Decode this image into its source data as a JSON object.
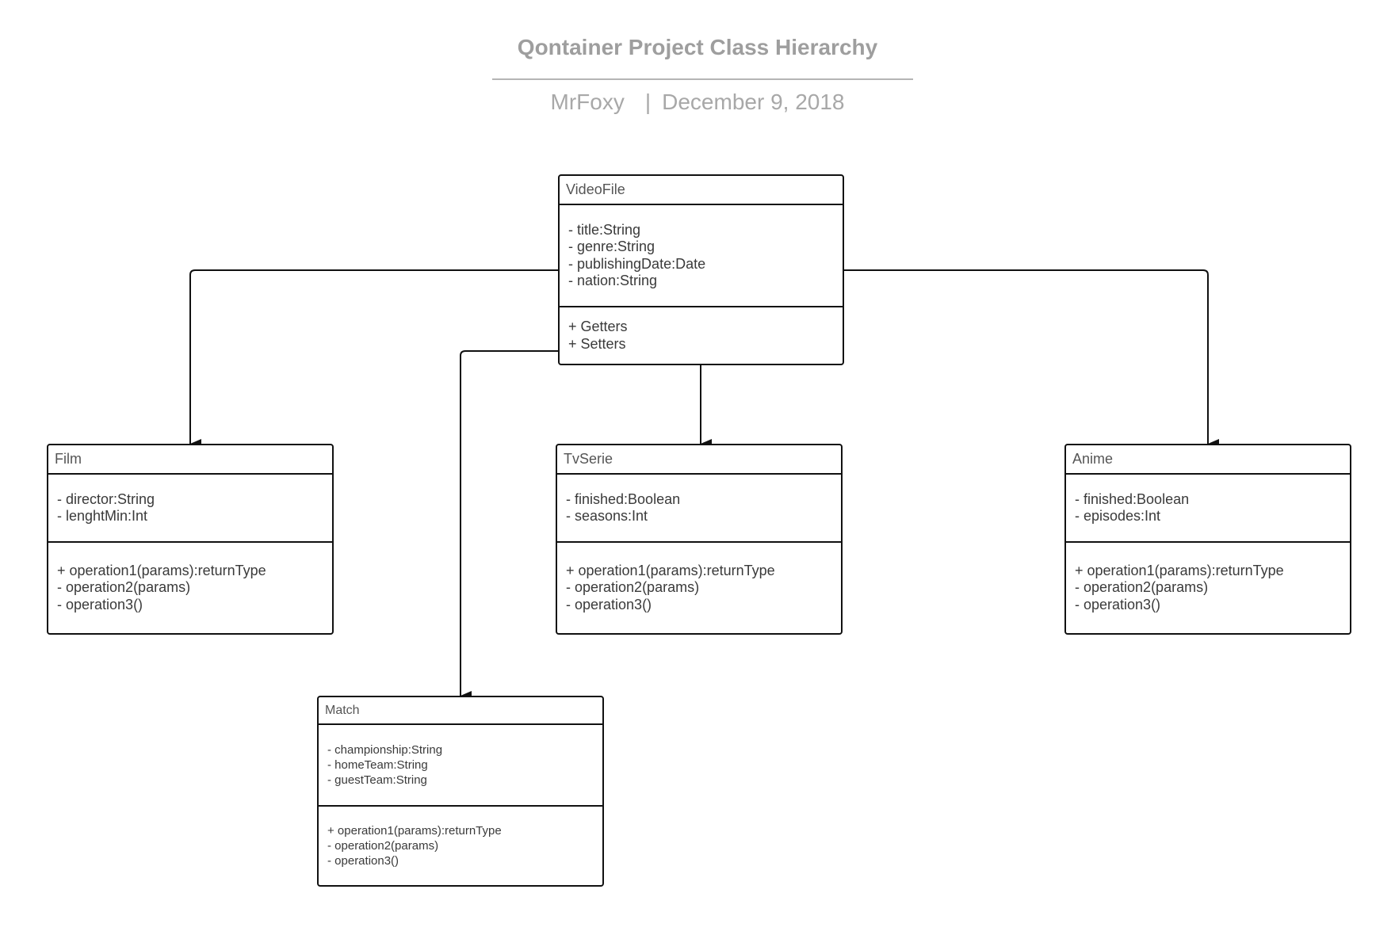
{
  "header": {
    "title": "Qontainer Project Class Hierarchy",
    "author": "MrFoxy",
    "separator": "|",
    "date": "December 9, 2018"
  },
  "classes": {
    "videofile": {
      "name": "VideoFile",
      "attributes": [
        "- title:String",
        "- genre:String",
        "- publishingDate:Date",
        "- nation:String"
      ],
      "operations": [
        "+ Getters",
        "+ Setters"
      ]
    },
    "film": {
      "name": "Film",
      "attributes": [
        "- director:String",
        "- lenghtMin:Int"
      ],
      "operations": [
        "+ operation1(params):returnType",
        "- operation2(params)",
        "- operation3()"
      ]
    },
    "tvserie": {
      "name": "TvSerie",
      "attributes": [
        "- finished:Boolean",
        "- seasons:Int"
      ],
      "operations": [
        "+ operation1(params):returnType",
        "- operation2(params)",
        "- operation3()"
      ]
    },
    "anime": {
      "name": "Anime",
      "attributes": [
        "- finished:Boolean",
        "- episodes:Int"
      ],
      "operations": [
        "+ operation1(params):returnType",
        "- operation2(params)",
        "- operation3()"
      ]
    },
    "match": {
      "name": "Match",
      "attributes": [
        "- championship:String",
        "- homeTeam:String",
        "- guestTeam:String"
      ],
      "operations": [
        "+ operation1(params):returnType",
        "- operation2(params)",
        "- operation3()"
      ]
    }
  },
  "connectors": [
    {
      "from": "VideoFile",
      "to": "Film"
    },
    {
      "from": "VideoFile",
      "to": "TvSerie"
    },
    {
      "from": "VideoFile",
      "to": "Anime"
    },
    {
      "from": "VideoFile",
      "to": "Match"
    }
  ]
}
